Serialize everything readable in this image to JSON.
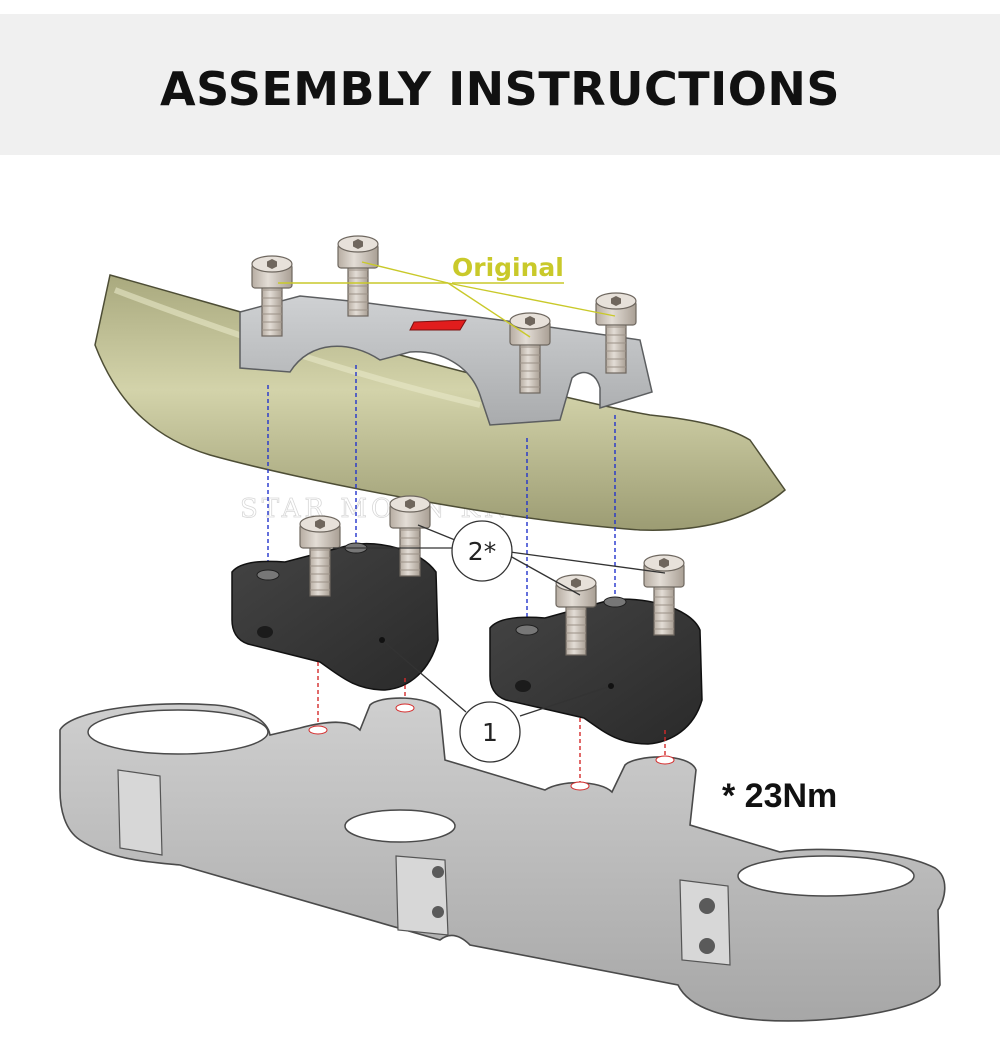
{
  "header": {
    "title": "ASSEMBLY INSTRUCTIONS"
  },
  "labels": {
    "original": "Original",
    "part_1": "1",
    "part_2": "2*",
    "torque": "* 23Nm",
    "watermark": "STAR MOON KNIGHT"
  },
  "colors": {
    "handlebar": "#c2c294",
    "clamp_top": "#c6c8ca",
    "riser": "#353535",
    "bolt": "#cdc5bc",
    "triple_clamp": "#bdbdbd",
    "guide_blue": "#2233cc",
    "guide_red": "#d42a2a",
    "original_label": "#c9c92a",
    "badge": "#e11d1d"
  }
}
